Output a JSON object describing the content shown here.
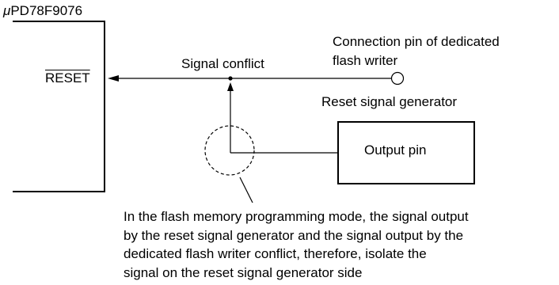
{
  "chip": {
    "prefix": "μ",
    "name": "PD78F9076"
  },
  "reset_pin": {
    "label": "RESET"
  },
  "signal_conflict": {
    "label": "Signal conflict"
  },
  "writer_pin": {
    "line1": "Connection pin of dedicated",
    "line2": "flash writer"
  },
  "reset_generator": {
    "title": "Reset signal generator",
    "output_label": "Output pin"
  },
  "note": {
    "lines": [
      "In the flash memory programming mode, the signal output",
      "by the reset signal generator and the signal output by the",
      "dedicated flash writer conflict, therefore, isolate the",
      "signal on the reset signal generator side"
    ]
  }
}
